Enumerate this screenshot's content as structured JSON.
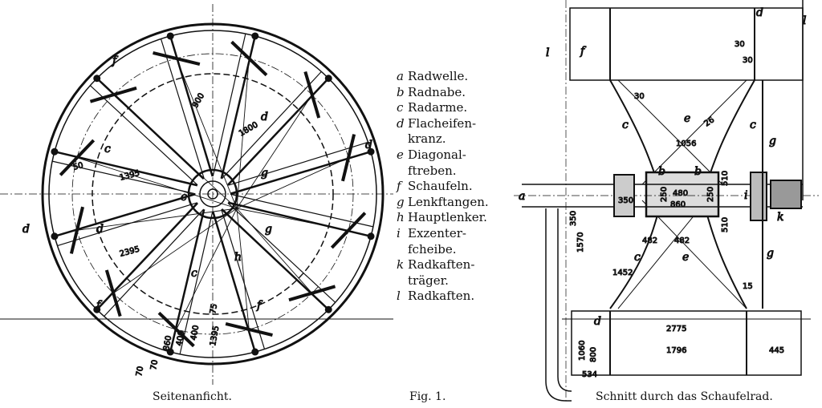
{
  "legend": [
    {
      "key": "a",
      "text": "Radwelle.",
      "cont": ""
    },
    {
      "key": "b",
      "text": "Radnabe.",
      "cont": ""
    },
    {
      "key": "c",
      "text": "Radarme.",
      "cont": ""
    },
    {
      "key": "d",
      "text": "Flacheifen-",
      "cont": "kranz."
    },
    {
      "key": "e",
      "text": "Diagonal-",
      "cont": "ftreben."
    },
    {
      "key": "f",
      "text": "Schaufeln.",
      "cont": ""
    },
    {
      "key": "g",
      "text": "Lenkftangen.",
      "cont": ""
    },
    {
      "key": "h",
      "text": "Hauptlenker.",
      "cont": ""
    },
    {
      "key": "i",
      "text": "Exzenter-",
      "cont": "fcheibe."
    },
    {
      "key": "k",
      "text": "Radkaften-",
      "cont": "träger."
    },
    {
      "key": "l",
      "text": "Radkaften.",
      "cont": ""
    }
  ],
  "captions": {
    "left": "Seitenanficht.",
    "center": "Fig. 1.",
    "right": "Schnitt durch das Schaufelrad."
  },
  "side_view": {
    "labels": [
      "f",
      "d",
      "c",
      "g",
      "h",
      "d",
      "c",
      "f",
      "f",
      "d",
      "d",
      "c",
      "g"
    ],
    "dims": [
      "1395",
      "1800",
      "900",
      "2395",
      "70",
      "75",
      "400",
      "860",
      "70",
      "400",
      "1395",
      "50"
    ]
  },
  "section_view": {
    "labels": [
      "f",
      "l",
      "l",
      "c",
      "e",
      "c",
      "g",
      "b",
      "b",
      "a",
      "i",
      "k",
      "c",
      "e",
      "g",
      "d",
      "d"
    ],
    "dims": [
      "30",
      "30",
      "26",
      "1056",
      "480",
      "350",
      "250",
      "250",
      "510",
      "510",
      "860",
      "482",
      "482",
      "1452",
      "1570",
      "350",
      "15",
      "2775",
      "1796",
      "1060",
      "800",
      "534",
      "445",
      "30"
    ]
  }
}
